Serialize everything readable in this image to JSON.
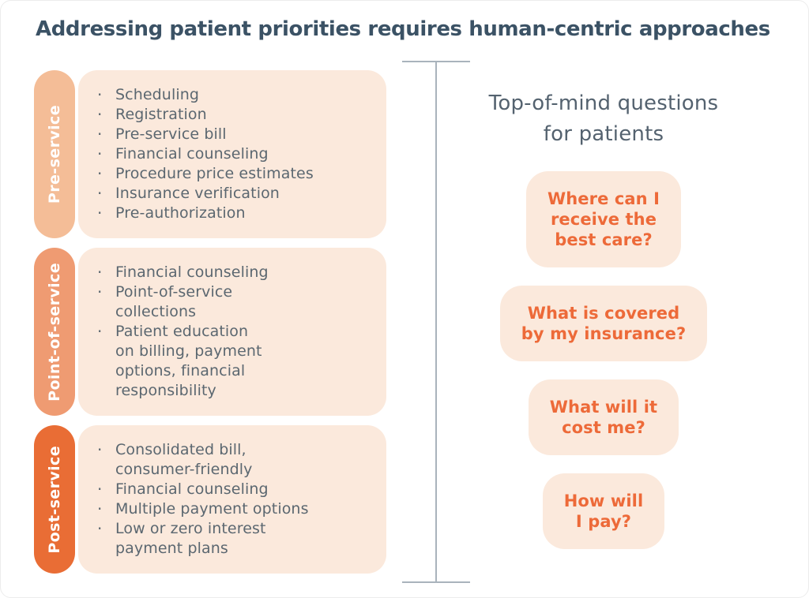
{
  "title": "Addressing patient priorities requires human-centric approaches",
  "stages": [
    {
      "label": "Pre-service",
      "tab_color": "#f4bd97",
      "items": [
        "Scheduling",
        "Registration",
        "Pre-service bill",
        "Financial counseling",
        "Procedure price estimates",
        "Insurance verification",
        "Pre-authorization"
      ]
    },
    {
      "label": "Point-of-service",
      "tab_color": "#ef9b72",
      "items": [
        "Financial counseling",
        "Point-of-service\ncollections",
        "Patient education\non billing, payment\noptions, financial\nresponsibility"
      ]
    },
    {
      "label": "Post-service",
      "tab_color": "#e96d35",
      "items": [
        "Consolidated bill,\nconsumer-friendly",
        "Financial counseling",
        "Multiple payment options",
        "Low or zero interest\npayment plans"
      ]
    }
  ],
  "right_panel": {
    "heading": "Top-of-mind questions\nfor patients",
    "questions": [
      "Where can I\nreceive the\nbest care?",
      "What is covered\nby my insurance?",
      "What will it\ncost me?",
      "How will\nI pay?"
    ]
  },
  "glyphs": {
    "bullet": "·"
  },
  "colors": {
    "title_text": "#3b5265",
    "body_text": "#5b6770",
    "heading_text": "#54626f",
    "panel_bg": "#fbe9dc",
    "question_text": "#ed6a39",
    "divider": "#a9b3bc",
    "tab_text": "#ffffff",
    "tab_pre_service": "#f4bd97",
    "tab_point_of_service": "#ef9b72",
    "tab_post_service": "#e96d35"
  }
}
